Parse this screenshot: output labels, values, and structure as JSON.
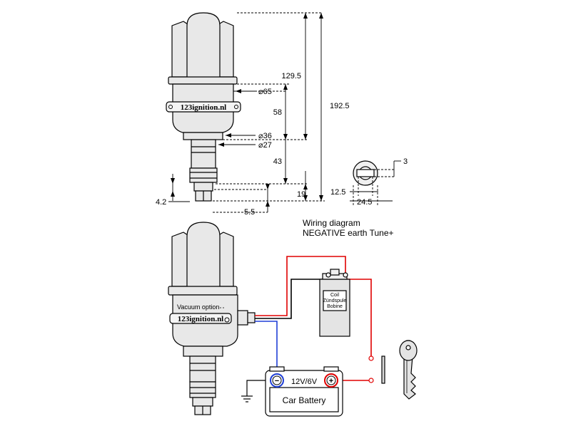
{
  "dimensions": {
    "height_head": "129.5",
    "height_total": "192.5",
    "body_height": "58",
    "shaft_length": "43",
    "tip_length": "19",
    "offset_left": "4.2",
    "offset_bottom": "5.5",
    "dia_body": "⌀65",
    "dia_shank": "⌀36",
    "dia_shaft": "⌀27",
    "end_slot": "3",
    "end_inner": "12.5",
    "end_outer": "24.5"
  },
  "brand": {
    "top": "123ignition.nl",
    "bottom": "123ignition.nl"
  },
  "wiring": {
    "title_line1": "Wiring diagram",
    "title_line2": "NEGATIVE earth Tune+",
    "vacuum_label": "Vacuum option",
    "coil_line1": "Coil",
    "coil_line2": "Zündspule",
    "coil_line3": "Bobine",
    "battery_voltage": "12V/6V",
    "battery_label": "Car Battery",
    "battery_minus": "−",
    "battery_plus": "+"
  },
  "colors": {
    "positive_wire": "#e00000",
    "negative_wire": "#1f3fd6",
    "signal_wire": "#000000",
    "outline": "#000000",
    "body_fill": "#e6e6e6"
  }
}
